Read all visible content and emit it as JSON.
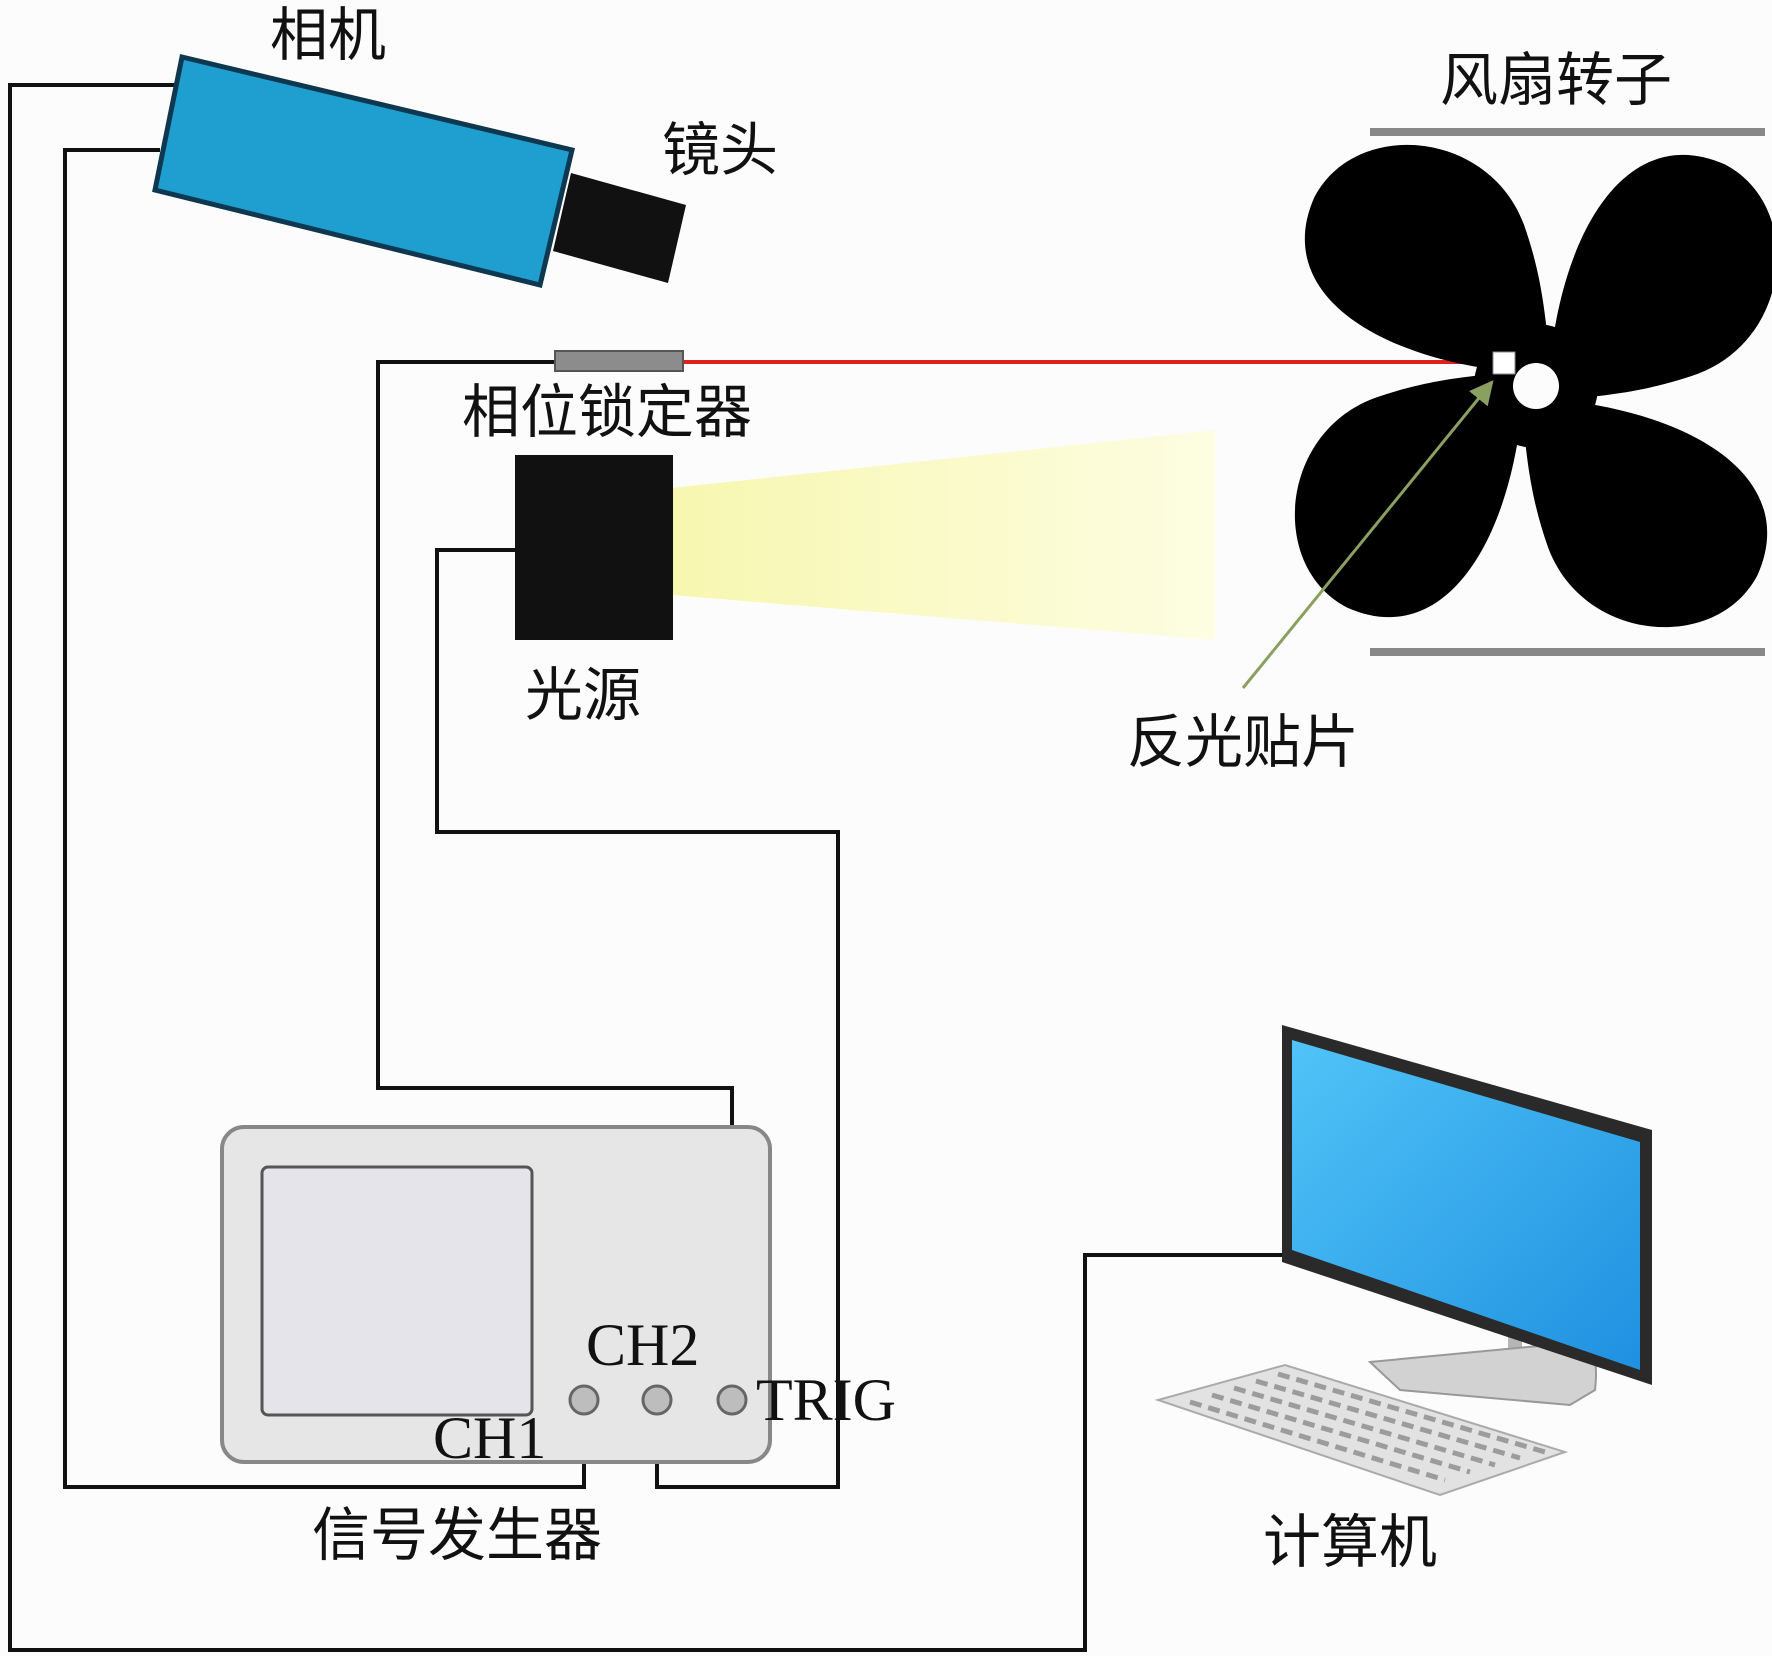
{
  "labels": {
    "camera": "相机",
    "lens": "镜头",
    "fan_rotor": "风扇转子",
    "phase_locker": "相位锁定器",
    "light_source": "光源",
    "reflective_patch": "反光贴片",
    "signal_generator": "信号发生器",
    "computer": "计算机",
    "ch1": "CH1",
    "ch2": "CH2",
    "trig": "TRIG"
  },
  "colors": {
    "camera_body": "#1e9fd0",
    "laser": "#e02020",
    "light_beam": "#fbfbc8",
    "monitor_screen": "#2aa8f0",
    "pointer_arrow": "#8aa060",
    "device_panel": "#e6e6e6"
  }
}
